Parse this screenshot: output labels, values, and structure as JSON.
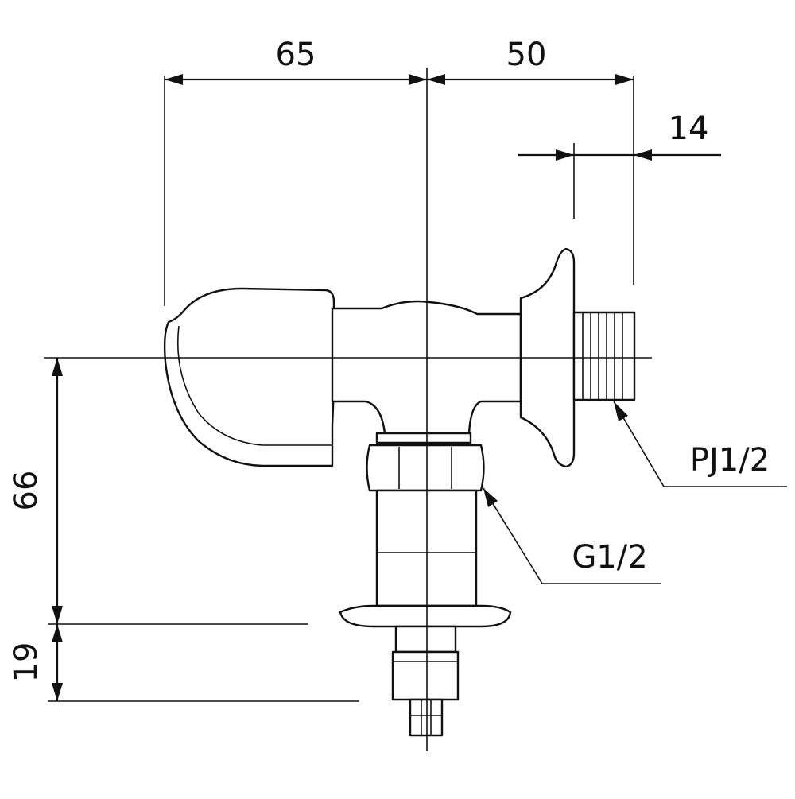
{
  "dimensions": {
    "width_left": "65",
    "width_right": "50",
    "thread_length": "14",
    "height_main": "66",
    "height_lower": "19"
  },
  "callouts": {
    "outlet_thread": "PJ1/2",
    "inlet_thread": "G1/2"
  },
  "colors": {
    "line": "#111111",
    "background": "#ffffff"
  }
}
